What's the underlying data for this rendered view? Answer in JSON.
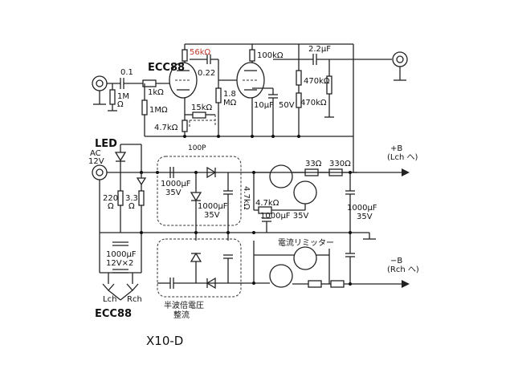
{
  "labels": {
    "tube": "ECC88",
    "cap_01": "0.1",
    "r_in_1m": "1M",
    "r_in_1m_unit": "Ω",
    "r_1k": "1kΩ",
    "r_1m": "1MΩ",
    "r_56k": "56kΩ",
    "c_022": "0.22",
    "r_15k": "15kΩ",
    "r_47k_top": "4.7kΩ",
    "r_18m_a": "1.8",
    "r_18m_b": "MΩ",
    "r_100k": "100kΩ",
    "c_10uf": "10μF",
    "v_50": "50V",
    "c_22uf": "2.2μF",
    "r_470k_a": "470kΩ",
    "r_470k_b": "470kΩ",
    "c_100p": "100P",
    "led": "LED",
    "ac_a": "AC",
    "ac_b": "12V",
    "r_220": "220",
    "r_220_unit": "Ω",
    "r_33": "3.3",
    "r_33_unit": "Ω",
    "c_1000_a": "1000μF",
    "c_1000_a_v": "35V",
    "c_1000_b": "1000μF",
    "c_1000_b_v": "35V",
    "r_47k_vert": "4.7kΩ",
    "r_47k_mid": "4.7kΩ",
    "c_1000_mid": "1000μF 35V",
    "r_33ohm": "33Ω",
    "r_330": "330Ω",
    "c_1000_right": "1000μF",
    "c_1000_right_v": "35V",
    "b_plus": "+B",
    "b_plus_to": "(Lch へ)",
    "limiter": "電流リミッター",
    "b_minus": "−B",
    "b_minus_to": "(Rch へ)",
    "c_bank": "1000μF",
    "c_bank_v": "12V×2",
    "lch": "Lch",
    "rch": "Rch",
    "tube_bottom": "ECC88",
    "rect_a": "半波倍電圧",
    "rect_b": "整流",
    "caption": "X10-D"
  }
}
